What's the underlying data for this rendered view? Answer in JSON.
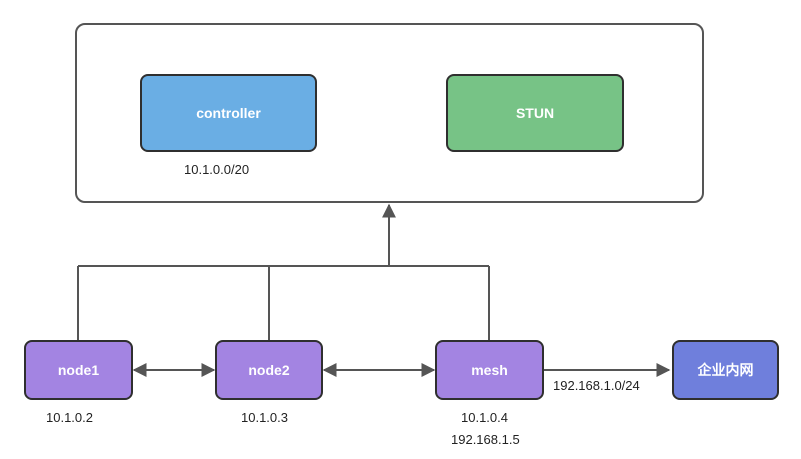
{
  "colors": {
    "controller": "#6aaee4",
    "stun": "#77c386",
    "node": "#a384e2",
    "intranet": "#6f7fdc",
    "line": "#555555"
  },
  "nodes": {
    "controller": {
      "label": "controller",
      "ip": "10.1.0.0/20"
    },
    "stun": {
      "label": "STUN"
    },
    "node1": {
      "label": "node1",
      "ip": "10.1.0.2"
    },
    "node2": {
      "label": "node2",
      "ip": "10.1.0.3"
    },
    "mesh": {
      "label": "mesh",
      "ip": "10.1.0.4",
      "ip2": "192.168.1.5"
    },
    "intranet": {
      "label": "企业内网"
    }
  },
  "edges": {
    "mesh_to_intranet": {
      "label": "192.168.1.0/24"
    }
  }
}
